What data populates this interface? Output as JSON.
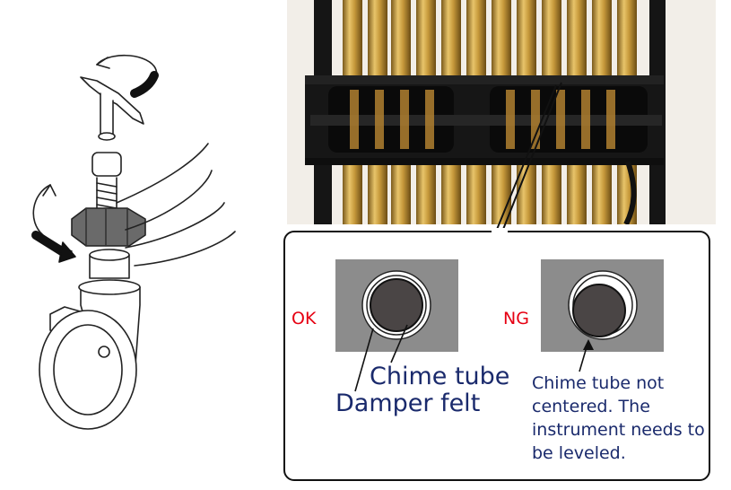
{
  "callout": {
    "ok_label": "OK",
    "ng_label": "NG",
    "chime_tube_label": "Chime tube",
    "damper_felt_label": "Damper felt",
    "ng_note": "Chime tube not centered. The instrument needs to be leveled."
  },
  "colors": {
    "ok_ng_label": "#e60012",
    "caption_text": "#1a2a6c",
    "brass": "#c79a3c",
    "frame_black": "#151515",
    "felt_gray": "#8c8c8c"
  }
}
